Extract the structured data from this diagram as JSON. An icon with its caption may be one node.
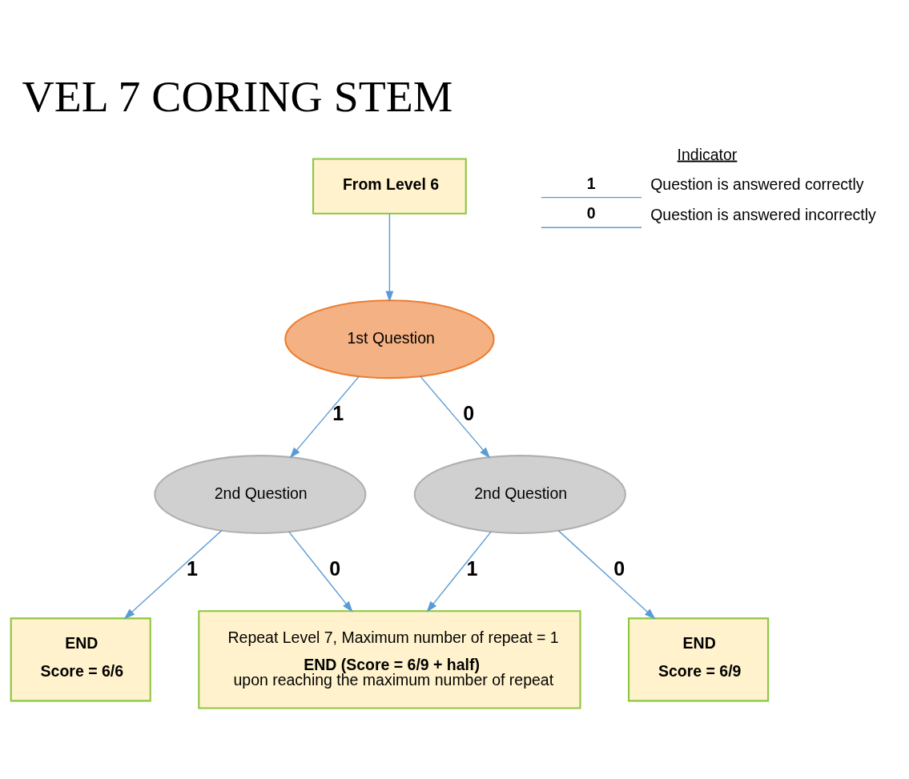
{
  "diagram": {
    "title": "VEL 7 CORING STEM",
    "nodes": [
      {
        "text": [
          "From Level 6"
        ]
      },
      {
        "text": [
          "1st Question"
        ]
      },
      {
        "text": [
          "2nd Question"
        ]
      },
      {
        "text": [
          "2nd Question"
        ]
      },
      {
        "text": [
          "END",
          "Score = 6/6"
        ]
      },
      {
        "text": [
          "Repeat Level 7, Maximum number of repeat = 1",
          "**END (Score = 6/9 + half)** upon reaching the maximum number of repeat"
        ]
      },
      {
        "text": [
          "END",
          "Score = 6/9"
        ]
      }
    ],
    "edges": [
      {
        "from": 0,
        "to": 1,
        "arrow": "to"
      },
      {
        "from": 1,
        "to": 2,
        "arrow": "to",
        "label": "1"
      },
      {
        "from": 1,
        "to": 3,
        "arrow": "to",
        "label": "0"
      },
      {
        "from": 2,
        "to": 4,
        "arrow": "to",
        "label": "1"
      },
      {
        "from": 2,
        "to": 5,
        "arrow": "to",
        "label": "0"
      },
      {
        "from": 3,
        "to": 5,
        "arrow": "to",
        "label": "1"
      },
      {
        "from": 3,
        "to": 6,
        "arrow": "to",
        "label": "0"
      }
    ],
    "labels": [
      "Indicator",
      "1",
      "0"
    ],
    "legend": [
      {
        "text": "Question is answered correctly"
      },
      {
        "text": "Question is answered incorrectly"
      }
    ]
  }
}
